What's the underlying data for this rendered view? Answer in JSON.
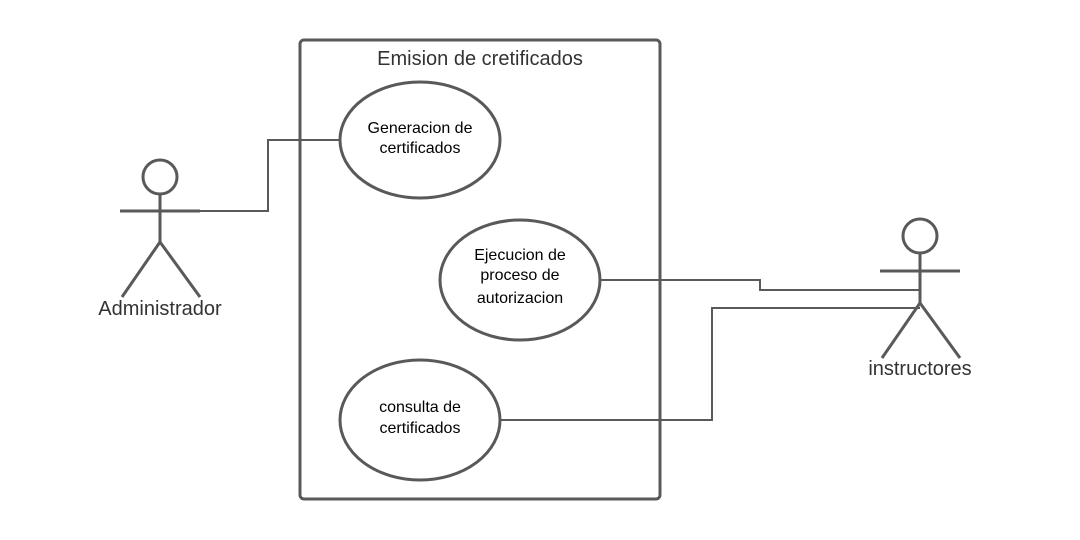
{
  "system": {
    "title": "Emision de cretificados"
  },
  "actors": {
    "admin": {
      "name": "Administrador"
    },
    "instructors": {
      "name": "instructores"
    }
  },
  "use_cases": {
    "generation": {
      "lines": [
        "Generacion de",
        "certificados"
      ]
    },
    "authorization": {
      "lines": [
        "Ejecucion de",
        "proceso de",
        "autorizacion"
      ]
    },
    "query": {
      "lines": [
        "consulta de",
        "certificados"
      ]
    }
  },
  "colors": {
    "stroke": "#595959",
    "text": "#000000",
    "label": "#333333",
    "background": "#ffffff"
  }
}
